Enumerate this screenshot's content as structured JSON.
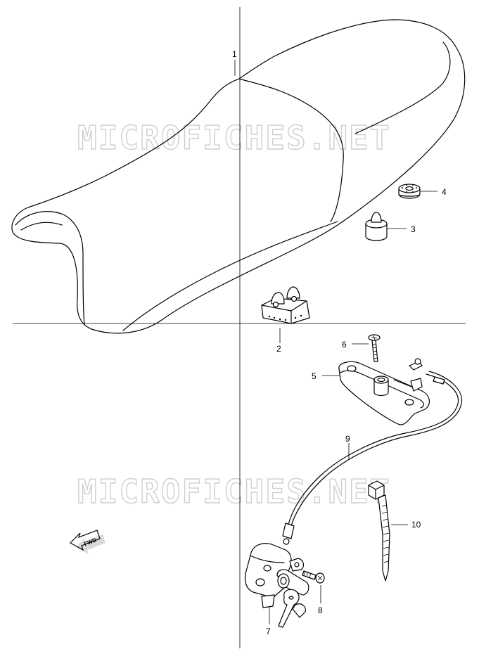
{
  "watermarks": [
    "MICROFICHES.NET",
    "MICROFICHES.NET"
  ],
  "fwd_arrow_text": "FWD",
  "callouts": [
    {
      "id": "callout-1",
      "text": "1",
      "part": "seat"
    },
    {
      "id": "callout-2",
      "text": "2",
      "part": "seat-bumper-double"
    },
    {
      "id": "callout-3",
      "text": "3",
      "part": "cushion"
    },
    {
      "id": "callout-4",
      "text": "4",
      "part": "grommet"
    },
    {
      "id": "callout-5",
      "text": "5",
      "part": "seat-lock-base"
    },
    {
      "id": "callout-6",
      "text": "6",
      "part": "screw"
    },
    {
      "id": "callout-7",
      "text": "7",
      "part": "seat-lock-assembly"
    },
    {
      "id": "callout-8",
      "text": "8",
      "part": "screw-lock"
    },
    {
      "id": "callout-9",
      "text": "9",
      "part": "cable"
    },
    {
      "id": "callout-10",
      "text": "10",
      "part": "cable-tie"
    }
  ]
}
